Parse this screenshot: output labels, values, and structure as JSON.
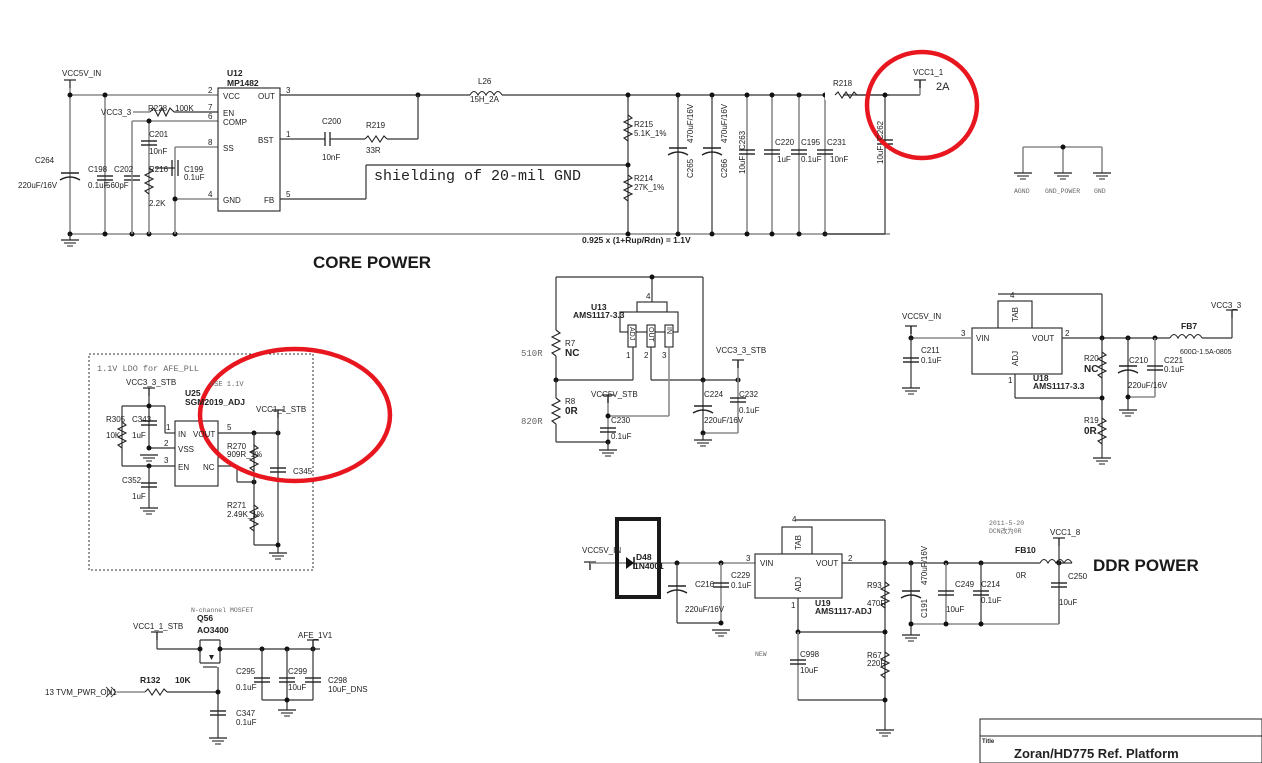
{
  "sections": {
    "core_power": "CORE POWER",
    "ddr_power": "DDR POWER",
    "ldo_box": "1.1V LDO for AFE_PLL",
    "shielding_note": "shielding of 20-mil GND",
    "formula": "0.925 x (1+Rup/Rdn) = 1.1V",
    "annot_2a": "2A",
    "annot_use": "USE 1.1V",
    "mosfet_note": "N-channel MOSFET",
    "date_note": "2011-5-20",
    "dcn_note": "DCN改为0R",
    "new_note": "NEW"
  },
  "nets": {
    "vcc5v_in": "VCC5V_IN",
    "vcc3_3": "VCC3_3",
    "vcc1_1": "VCC1_1",
    "vcc3_3_stb": "VCC3_3_STB",
    "vcc5v_stb": "VCC5V_STB",
    "vcc1_1_stb": "VCC1_1_STB",
    "afe_1v1": "AFE_1V1",
    "vcc1_8": "VCC1_8",
    "tvm_pwr_on1": "13 TVM_PWR_ON1",
    "agnd": "AGND",
    "gnd_power": "GND_POWER",
    "gnd": "GND"
  },
  "ics": {
    "u12": {
      "ref": "U12",
      "part": "MP1482",
      "pins": {
        "vcc": "VCC",
        "en": "EN",
        "comp": "COMP",
        "ss": "SS",
        "gnd": "GND",
        "out": "OUT",
        "bst": "BST",
        "fb": "FB"
      },
      "nums": [
        "2",
        "7",
        "6",
        "8",
        "4",
        "3",
        "1",
        "5"
      ]
    },
    "u13": {
      "ref": "U13",
      "part": "AMS1117-3.3",
      "pins": {
        "adj": "ADJ",
        "out": "OUT",
        "in": "IN"
      },
      "nums": [
        "4",
        "1",
        "2",
        "3"
      ]
    },
    "u18": {
      "ref": "U18",
      "part": "AMS1117-3.3",
      "pins": {
        "vin": "VIN",
        "vout": "VOUT",
        "adj": "ADJ",
        "tab": "TAB"
      },
      "nums": [
        "3",
        "2",
        "1",
        "4"
      ]
    },
    "u19": {
      "ref": "U19",
      "part": "AMS1117-ADJ",
      "pins": {
        "vin": "VIN",
        "vout": "VOUT",
        "adj": "ADJ",
        "tab": "TAB"
      },
      "nums": [
        "3",
        "2",
        "1",
        "4"
      ]
    },
    "u25": {
      "ref": "U25",
      "part": "SGM2019_ADJ",
      "pins": {
        "in": "IN",
        "vout": "VOUT",
        "vss": "VSS",
        "en": "EN",
        "nc": "NC"
      },
      "nums": [
        "1",
        "2",
        "3",
        "5"
      ]
    }
  },
  "components": {
    "c264": {
      "ref": "C264",
      "val": "220uF/16V"
    },
    "c198": {
      "ref": "C198",
      "val": "0.1uF"
    },
    "c202": {
      "ref": "C202",
      "val": "560pF"
    },
    "r228": {
      "ref": "R228",
      "val": "100K"
    },
    "c201": {
      "ref": "C201",
      "val": "10nF"
    },
    "r216": {
      "ref": "R216",
      "val": "2.2K"
    },
    "c199": {
      "ref": "C199",
      "val": "0.1uF"
    },
    "c200": {
      "ref": "C200",
      "val": "10nF"
    },
    "r219": {
      "ref": "R219",
      "val": "33R"
    },
    "l26": {
      "ref": "L26",
      "val": "15H_2A"
    },
    "r215": {
      "ref": "R215",
      "val": "5.1K_1%"
    },
    "r214": {
      "ref": "R214",
      "val": "27K_1%"
    },
    "c265": {
      "ref": "C265",
      "val": "470uF/16V"
    },
    "c266": {
      "ref": "C266",
      "val": "470uF/16V"
    },
    "c263": {
      "ref": "C263",
      "val": "10uF"
    },
    "c220": {
      "ref": "C220",
      "val": "1uF"
    },
    "c195": {
      "ref": "C195",
      "val": "0.1uF"
    },
    "c231": {
      "ref": "C231",
      "val": "10nF"
    },
    "r218": {
      "ref": "R218",
      "val": ""
    },
    "c262": {
      "ref": "C262",
      "val": "10uF"
    },
    "r7": {
      "ref": "R7",
      "val": "NC",
      "alt": "510R"
    },
    "r8": {
      "ref": "R8",
      "val": "0R",
      "alt": "820R"
    },
    "c230": {
      "ref": "C230",
      "val": "0.1uF"
    },
    "c224": {
      "ref": "C224",
      "val": "220uF/16V"
    },
    "c232": {
      "ref": "C232",
      "val": "0.1uF"
    },
    "c211": {
      "ref": "C211",
      "val": "0.1uF"
    },
    "r20": {
      "ref": "R20",
      "val": "NC"
    },
    "r19": {
      "ref": "R19",
      "val": "0R"
    },
    "c210": {
      "ref": "C210",
      "val": "220uF/16V"
    },
    "c221": {
      "ref": "C221",
      "val": "0.1uF"
    },
    "fb7": {
      "ref": "FB7",
      "val": "600Ω-1.5A-0805"
    },
    "r305": {
      "ref": "R305",
      "val": "10K"
    },
    "c343": {
      "ref": "C343",
      "val": "1uF"
    },
    "c352": {
      "ref": "C352",
      "val": "1uF"
    },
    "r270": {
      "ref": "R270",
      "val": "909R_1%"
    },
    "r271": {
      "ref": "R271",
      "val": "2.49K_1%"
    },
    "c345": {
      "ref": "C345",
      "val": ""
    },
    "q56": {
      "ref": "Q56",
      "val": "AO3400"
    },
    "r132": {
      "ref": "R132",
      "val": "10K"
    },
    "c295": {
      "ref": "C295",
      "val": "0.1uF"
    },
    "c299": {
      "ref": "C299",
      "val": "10uF"
    },
    "c298": {
      "ref": "C298",
      "val": "10uF_DNS"
    },
    "c347": {
      "ref": "C347",
      "val": "0.1uF"
    },
    "d48": {
      "ref": "D48",
      "val": "1N4001"
    },
    "c216": {
      "ref": "C216",
      "val": "220uF/16V"
    },
    "c229": {
      "ref": "C229",
      "val": "0.1uF"
    },
    "r93": {
      "ref": "R93",
      "val": "470R"
    },
    "r67": {
      "ref": "R67",
      "val": "220R"
    },
    "c998": {
      "ref": "C998",
      "val": "10uF"
    },
    "c191": {
      "ref": "C191",
      "val": "470uF/16V"
    },
    "c249": {
      "ref": "C249",
      "val": "10uF"
    },
    "c214": {
      "ref": "C214",
      "val": "0.1uF"
    },
    "fb10": {
      "ref": "FB10",
      "val": "0R"
    },
    "c250": {
      "ref": "C250",
      "val": "10uF"
    }
  },
  "title_block": {
    "label": "Title",
    "value": "Zoran/HD775 Ref. Platform"
  },
  "highlight_color": "#e8171f"
}
